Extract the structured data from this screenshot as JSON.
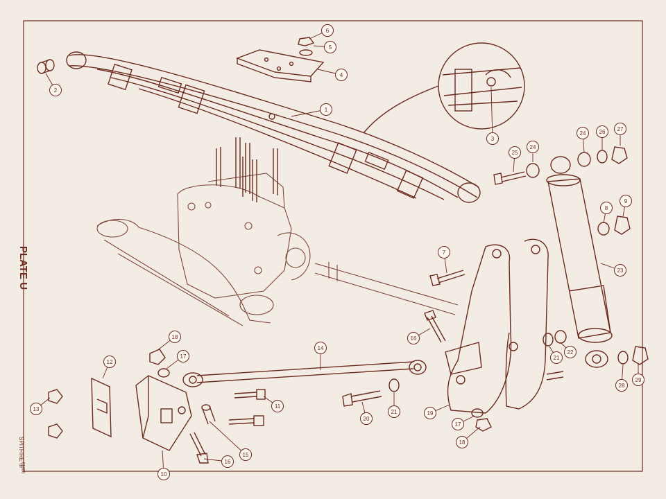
{
  "plate": {
    "title": "PLATE U",
    "model": "SPITFIRE III",
    "reference": "81356"
  },
  "colors": {
    "ink": "#6b2a1e",
    "paper": "#f3ece4",
    "callout_fill": "#fbf6f0"
  },
  "callouts": [
    "1",
    "2",
    "3",
    "4",
    "5",
    "6",
    "7",
    "8",
    "9",
    "10",
    "11",
    "12",
    "13",
    "14",
    "15",
    "16",
    "16",
    "17",
    "17",
    "18",
    "18",
    "19",
    "20",
    "21",
    "21",
    "22",
    "23",
    "24",
    "24",
    "25",
    "26",
    "27",
    "28",
    "29"
  ]
}
